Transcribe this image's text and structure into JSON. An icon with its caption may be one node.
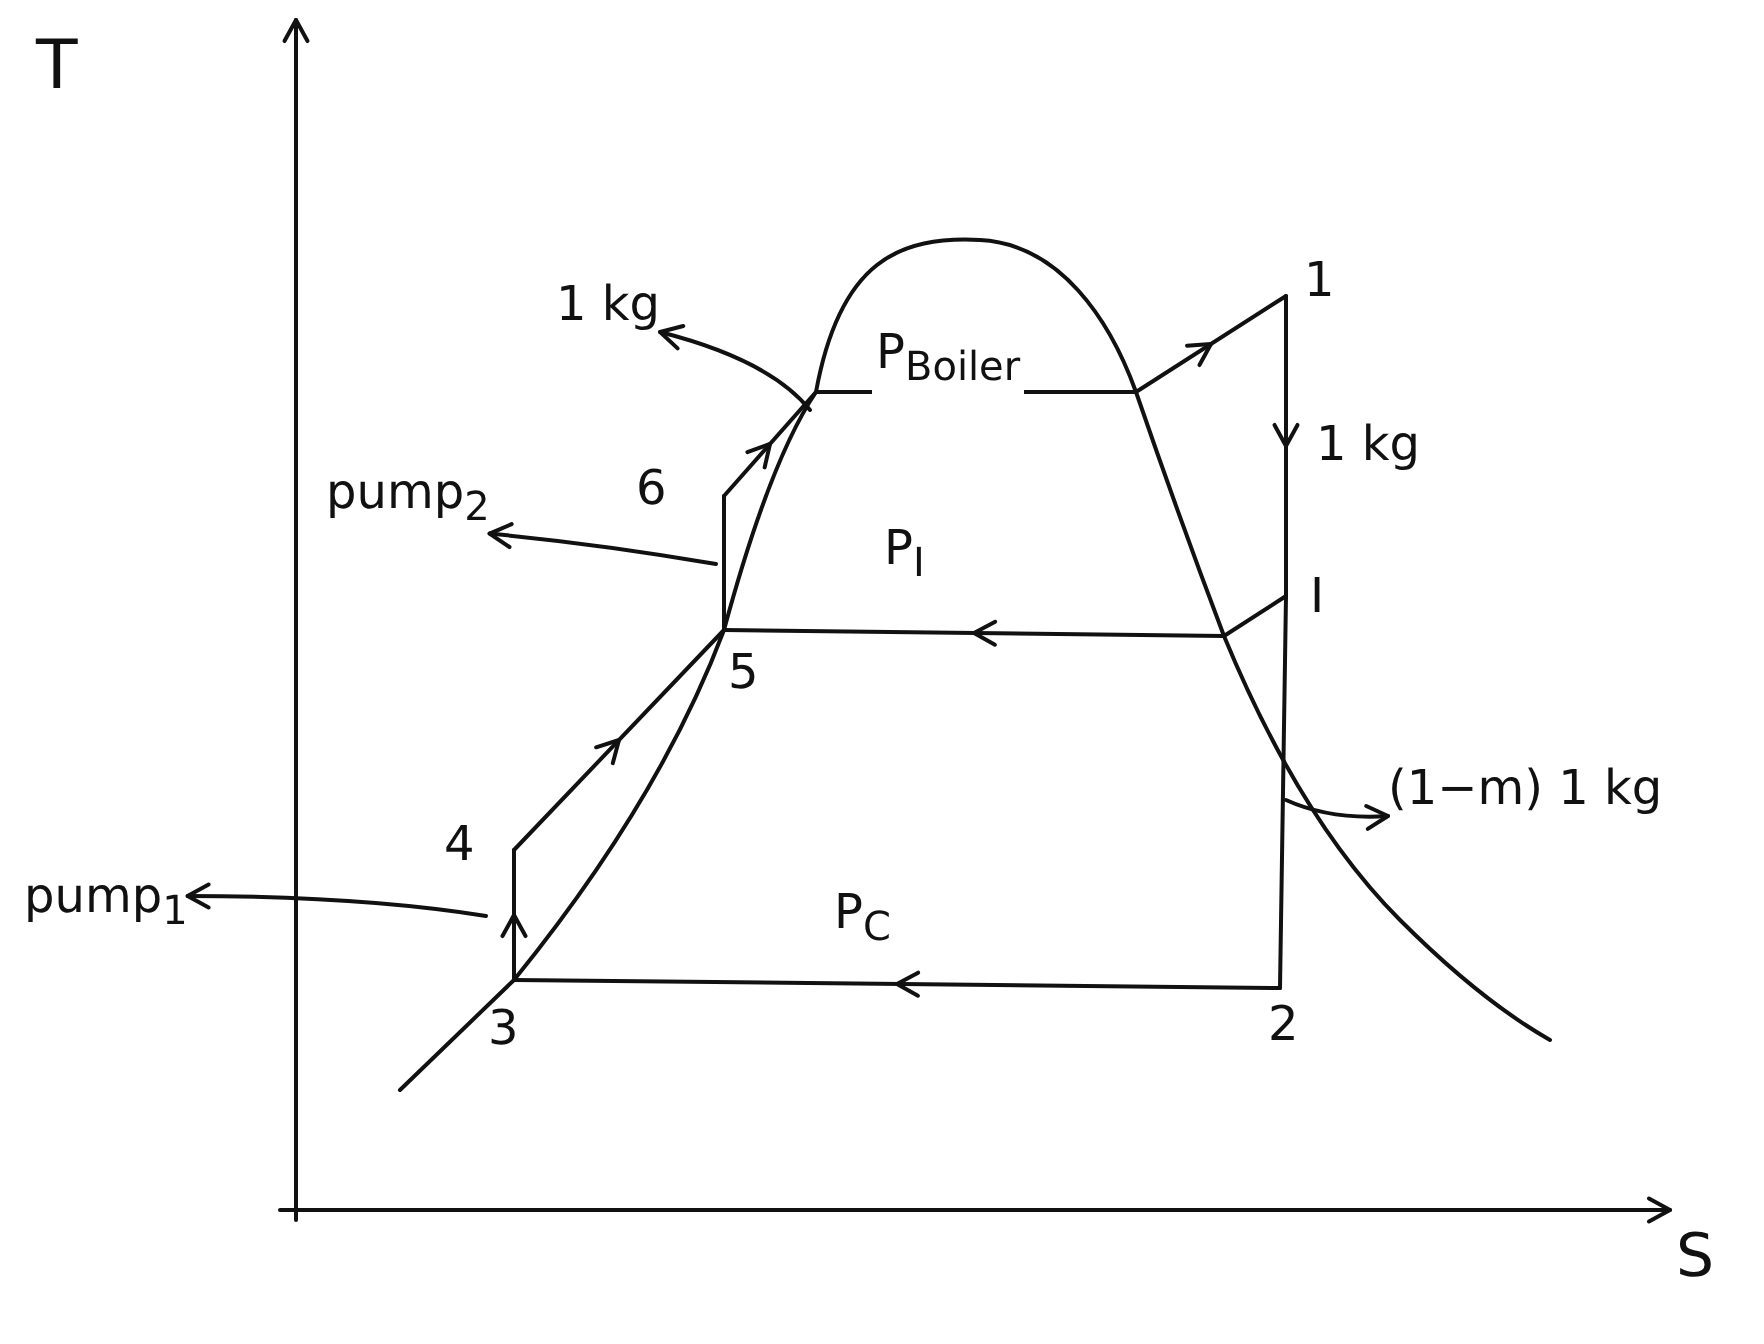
{
  "diagram": {
    "nodes": [
      {
        "text": [
          "1"
        ]
      },
      {
        "text": [
          "I"
        ]
      },
      {
        "text": [
          "2"
        ]
      },
      {
        "text": [
          "3"
        ]
      },
      {
        "text": [
          "4"
        ]
      },
      {
        "text": [
          "5"
        ]
      },
      {
        "text": [
          "6"
        ]
      },
      {
        "text": [
          "pump$_{2}$"
        ]
      },
      {
        "text": [
          "pump$_{1}$"
        ]
      },
      {
        "text": [
          "1 kg"
        ]
      },
      {
        "text": [
          "(1−m) 1 kg"
        ]
      }
    ],
    "edges": [
      {
        "from": 0,
        "to": 1,
        "arrow": "to",
        "label": "1 kg"
      },
      {
        "from": 1,
        "to": 5,
        "arrow": "to",
        "label": "P$_{I}$"
      },
      {
        "from": 1,
        "to": 2,
        "arrow": "none"
      },
      {
        "from": 2,
        "to": 3,
        "arrow": "to",
        "label": "P$_{C}$"
      },
      {
        "from": 3,
        "to": 4,
        "arrow": "to"
      },
      {
        "from": 4,
        "to": 5,
        "arrow": "to"
      },
      {
        "from": 5,
        "to": 6,
        "arrow": "none"
      },
      {
        "from": 6,
        "to": 0,
        "arrow": "to",
        "label": "P$_{Boiler}$"
      },
      {
        "from": null,
        "to": 7,
        "arrow": "to"
      },
      {
        "from": null,
        "to": 8,
        "arrow": "to"
      },
      {
        "from": null,
        "to": 9,
        "arrow": "to"
      },
      {
        "from": null,
        "to": 10,
        "arrow": "to"
      }
    ],
    "labels": [
      "T",
      "S"
    ]
  }
}
